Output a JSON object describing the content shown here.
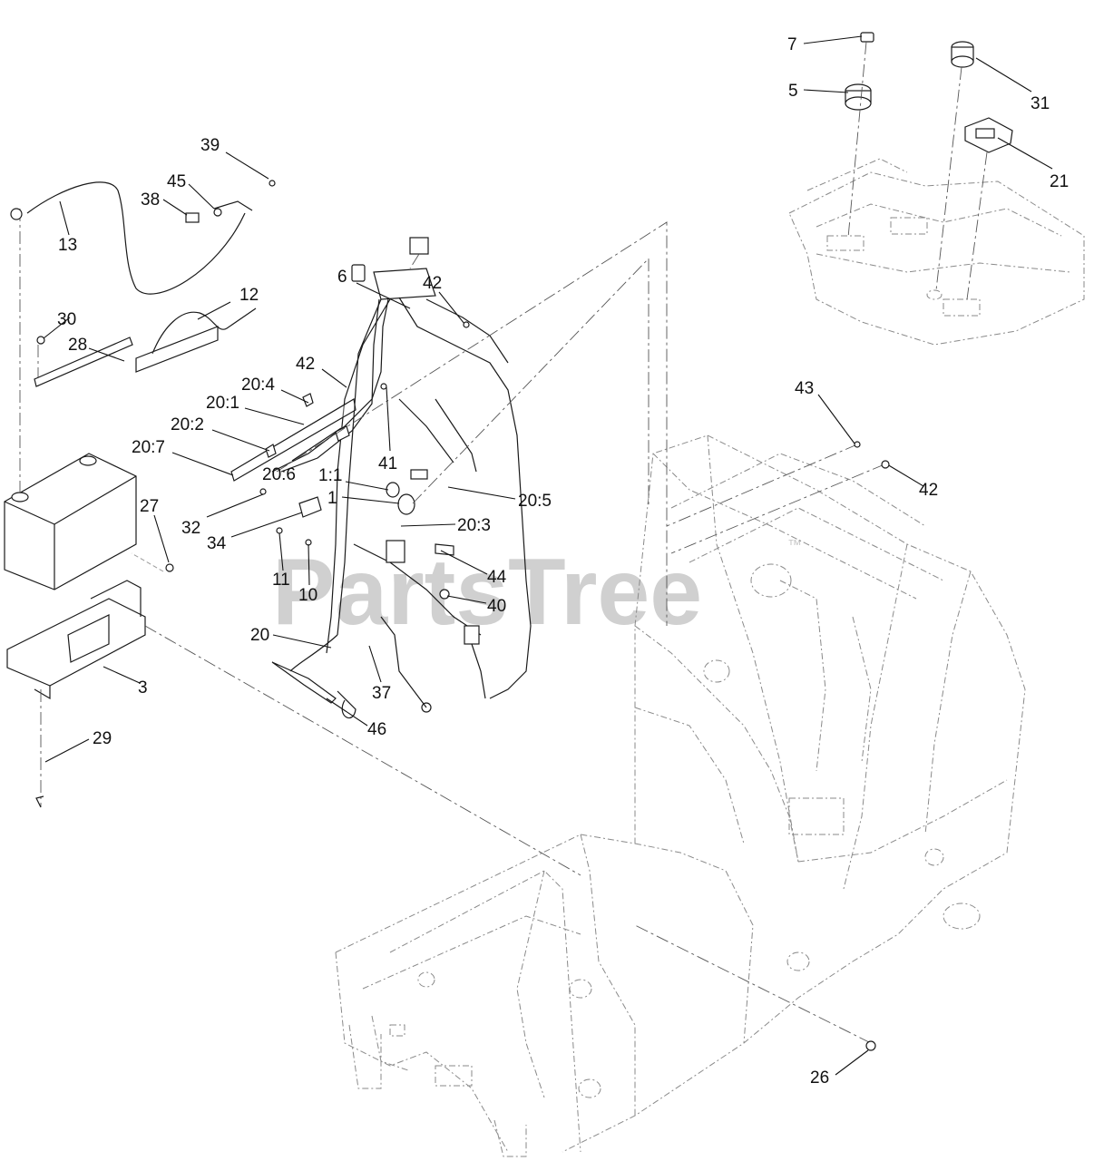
{
  "watermark": {
    "text": "PartsTree",
    "trademark": "™"
  },
  "callouts": [
    {
      "id": "c-7",
      "label": "7"
    },
    {
      "id": "c-5",
      "label": "5"
    },
    {
      "id": "c-31",
      "label": "31"
    },
    {
      "id": "c-21",
      "label": "21"
    },
    {
      "id": "c-39",
      "label": "39"
    },
    {
      "id": "c-45",
      "label": "45"
    },
    {
      "id": "c-38",
      "label": "38"
    },
    {
      "id": "c-13",
      "label": "13"
    },
    {
      "id": "c-6",
      "label": "6"
    },
    {
      "id": "c-42a",
      "label": "42"
    },
    {
      "id": "c-12",
      "label": "12"
    },
    {
      "id": "c-30",
      "label": "30"
    },
    {
      "id": "c-28",
      "label": "28"
    },
    {
      "id": "c-42b",
      "label": "42"
    },
    {
      "id": "c-20-4",
      "label": "20:4"
    },
    {
      "id": "c-20-1",
      "label": "20:1"
    },
    {
      "id": "c-20-2",
      "label": "20:2"
    },
    {
      "id": "c-20-7",
      "label": "20:7"
    },
    {
      "id": "c-20-6",
      "label": "20:6"
    },
    {
      "id": "c-41",
      "label": "41"
    },
    {
      "id": "c-1-1",
      "label": "1:1"
    },
    {
      "id": "c-1",
      "label": "1"
    },
    {
      "id": "c-20-5",
      "label": "20:5"
    },
    {
      "id": "c-43",
      "label": "43"
    },
    {
      "id": "c-42c",
      "label": "42"
    },
    {
      "id": "c-27",
      "label": "27"
    },
    {
      "id": "c-32",
      "label": "32"
    },
    {
      "id": "c-34",
      "label": "34"
    },
    {
      "id": "c-20-3",
      "label": "20:3"
    },
    {
      "id": "c-44",
      "label": "44"
    },
    {
      "id": "c-11",
      "label": "11"
    },
    {
      "id": "c-10",
      "label": "10"
    },
    {
      "id": "c-40",
      "label": "40"
    },
    {
      "id": "c-20",
      "label": "20"
    },
    {
      "id": "c-37",
      "label": "37"
    },
    {
      "id": "c-46",
      "label": "46"
    },
    {
      "id": "c-3",
      "label": "3"
    },
    {
      "id": "c-29",
      "label": "29"
    },
    {
      "id": "c-26",
      "label": "26"
    }
  ]
}
